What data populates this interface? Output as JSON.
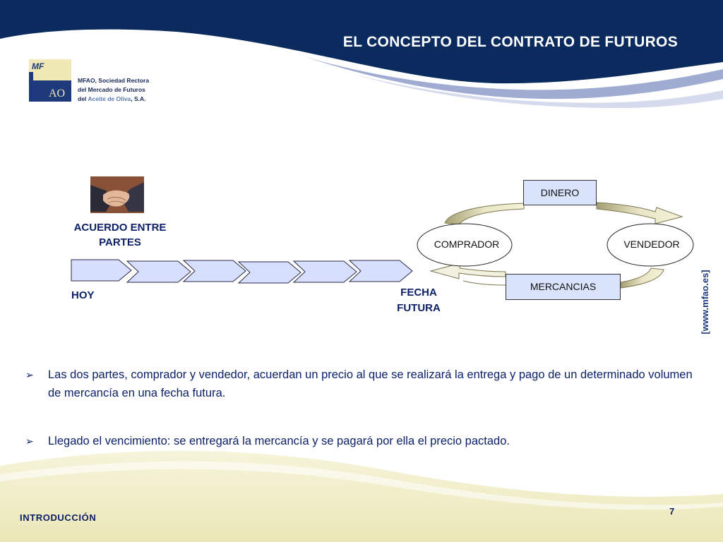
{
  "title": "EL CONCEPTO DEL CONTRATO DE FUTUROS",
  "logo": {
    "mark_top": "MF",
    "mark_bottom": "AO",
    "line1": "MFAO, Sociedad Rectora",
    "line2": "del Mercado de Futuros",
    "line3_a": "del ",
    "line3_b": "Aceite de Oliva",
    "line3_c": ", S.A."
  },
  "diagram": {
    "agreement_label_1": "ACUERDO ENTRE",
    "agreement_label_2": "PARTES",
    "start_label": "HOY",
    "end_label_1": "FECHA",
    "end_label_2": "FUTURA",
    "money_label": "DINERO",
    "goods_label": "MERCANCIAS",
    "buyer_label": "COMPRADOR",
    "seller_label": "VENDEDOR"
  },
  "side_url": "[www.mfao.es]",
  "bullets": [
    "Las dos partes, comprador y vendedor, acuerdan un precio al que se realizará la entrega y pago de un determinado volumen de mercancía en una fecha futura.",
    "Llegado el vencimiento: se entregará la mercancía y se pagará por ella el precio pactado."
  ],
  "footer": {
    "section": "INTRODUCCIÓN",
    "page": "7"
  },
  "colors": {
    "navy": "#0b2a5e",
    "box_fill": "#d9e3fb",
    "cream": "#efecc4",
    "arrow_fill": "#d7dfff"
  },
  "icons": {
    "handshake": "handshake-icon",
    "bullet": "arrow-bullet-icon"
  }
}
